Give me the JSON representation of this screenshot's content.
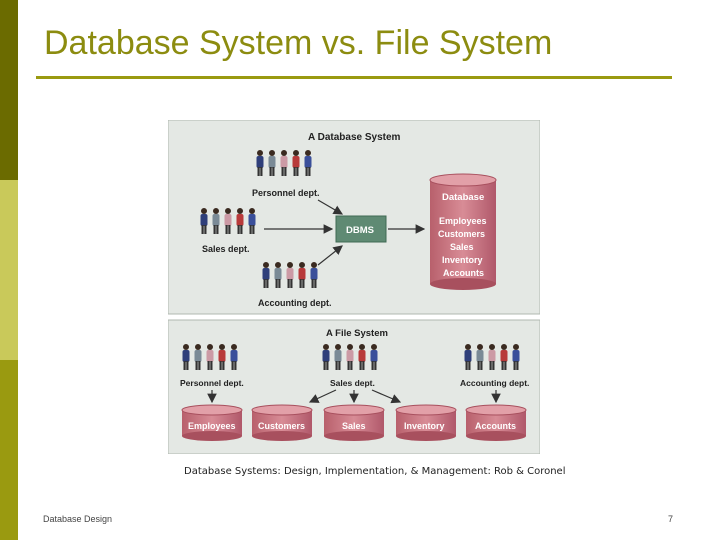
{
  "slide": {
    "title": "Database System vs. File System",
    "caption": "Database Systems: Design, Implementation, & Management: Rob & Coronel",
    "footer_left": "Database Design",
    "page_number": "7"
  },
  "diagram": {
    "top_panel_title": "A Database System",
    "personnel": "Personnel dept.",
    "sales": "Sales dept.",
    "accounting": "Accounting dept.",
    "dbms": "DBMS",
    "database_title": "Database",
    "database_items": [
      "Employees",
      "Customers",
      "Sales",
      "Inventory",
      "Accounts"
    ],
    "bottom_panel_title": "A File System",
    "fs_personnel": "Personnel dept.",
    "fs_sales": "Sales dept.",
    "fs_accounting": "Accounting dept.",
    "files": [
      "Employees",
      "Customers",
      "Sales",
      "Inventory",
      "Accounts"
    ]
  },
  "colors": {
    "sidebar_dark": "#6b6b00",
    "sidebar_light": "#c9c95a",
    "sidebar_mid": "#9a9a10",
    "title": "#8c8c10",
    "cylinder": "#c97a85",
    "dbms_box": "#5f8a73"
  }
}
